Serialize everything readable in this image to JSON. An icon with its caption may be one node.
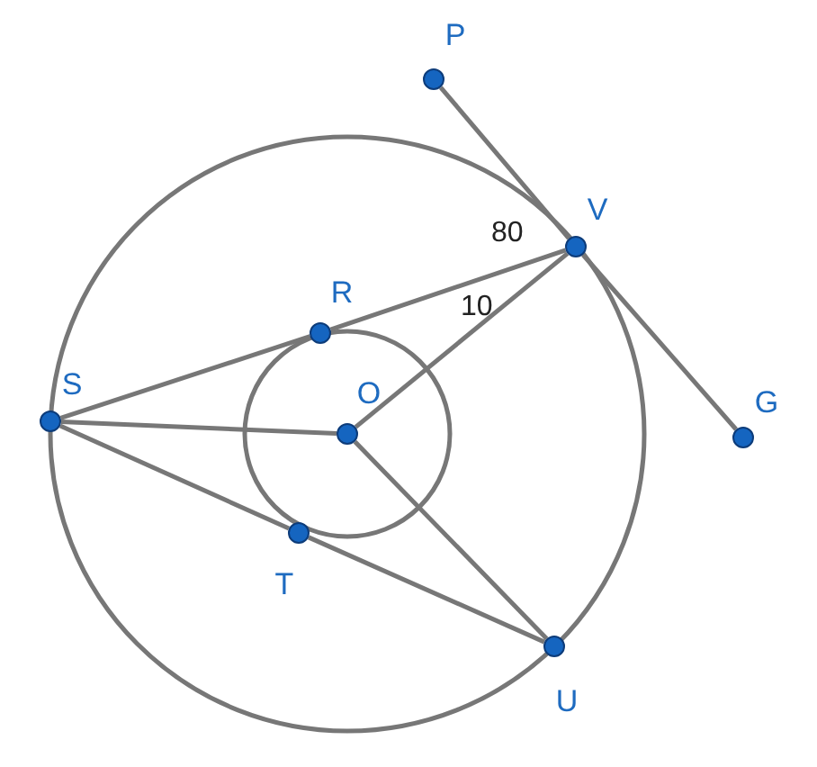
{
  "diagram": {
    "nodes": [
      {
        "text": [
          "P"
        ]
      },
      {
        "text": [
          "V"
        ]
      },
      {
        "text": [
          "G"
        ]
      },
      {
        "text": [
          "R"
        ]
      },
      {
        "text": [
          "S"
        ]
      },
      {
        "text": [
          "O"
        ]
      },
      {
        "text": [
          "T"
        ]
      },
      {
        "text": [
          "U"
        ]
      }
    ],
    "edges": [
      {
        "from": 0,
        "to": 1,
        "arrow": "none"
      },
      {
        "from": 1,
        "to": 2,
        "arrow": "none"
      },
      {
        "from": 4,
        "to": 3,
        "arrow": "none"
      },
      {
        "from": 3,
        "to": 1,
        "arrow": "none"
      },
      {
        "from": 5,
        "to": 1,
        "arrow": "none"
      },
      {
        "from": 4,
        "to": 5,
        "arrow": "none"
      },
      {
        "from": 4,
        "to": 6,
        "arrow": "none"
      },
      {
        "from": 6,
        "to": 7,
        "arrow": "none"
      },
      {
        "from": 5,
        "to": 7,
        "arrow": "none"
      }
    ],
    "labels": [
      "80",
      "10"
    ]
  }
}
